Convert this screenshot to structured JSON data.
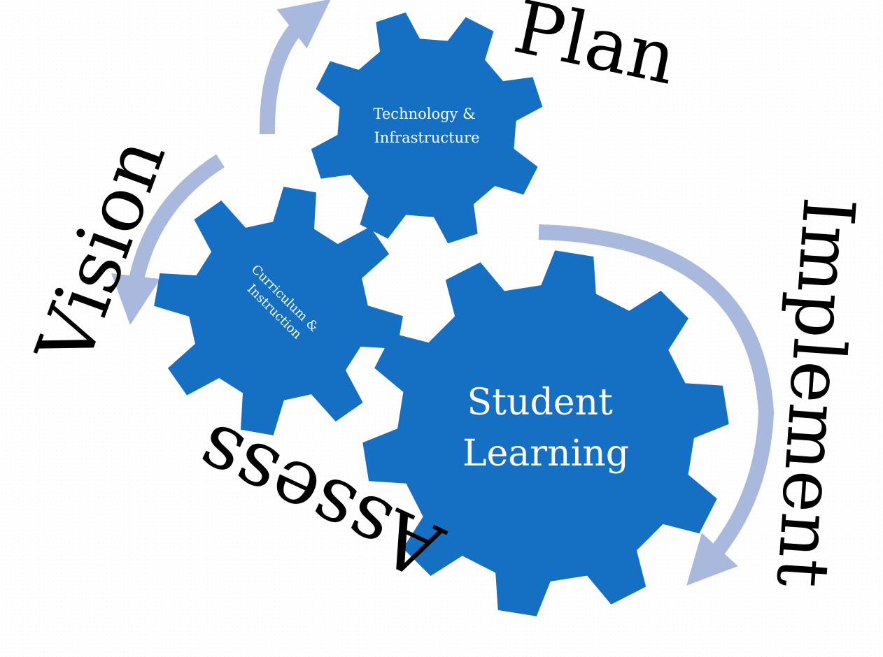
{
  "diagram": {
    "cycle_words": {
      "vision": "Vision",
      "plan": "Plan",
      "implement": "Implement",
      "assess": "Assess"
    },
    "gears": {
      "technology": {
        "line1": "Technology &",
        "line2": "Infrastructure"
      },
      "curriculum": {
        "line1": "Curriculum &",
        "line2": "Instruction"
      },
      "student": {
        "line1": "Student",
        "line2": "Learning"
      }
    },
    "colors": {
      "gear": "#1570c4",
      "arrow": "#a9b9de",
      "text_dark": "#000000",
      "text_light": "#ffffff"
    }
  }
}
